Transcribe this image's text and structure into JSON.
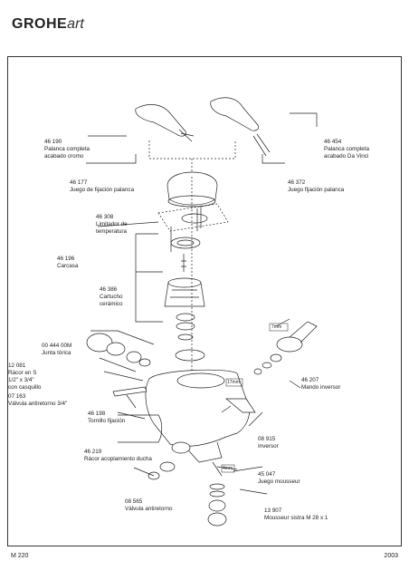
{
  "header": {
    "brand": "GROHE",
    "brand_sub": "art"
  },
  "labels": [
    {
      "id": "p46190",
      "lines": [
        "46 190",
        "Palanca completa",
        "acabado cromo"
      ]
    },
    {
      "id": "p46454",
      "lines": [
        "46 454",
        "Palanca completa",
        "acabado Da Vinci"
      ]
    },
    {
      "id": "p46177",
      "lines": [
        "46 177",
        "Juego de fijación palanca"
      ]
    },
    {
      "id": "p46372",
      "lines": [
        "46 372",
        "Juego fijación palanca"
      ]
    },
    {
      "id": "p46308",
      "lines": [
        "46 308",
        "Limitador de",
        "temperatura"
      ]
    },
    {
      "id": "p46196",
      "lines": [
        "46 196",
        "Carcasa"
      ]
    },
    {
      "id": "p46386",
      "lines": [
        "46 386",
        "Cartucho",
        "cerámico"
      ]
    },
    {
      "id": "p00444",
      "lines": [
        "00 444 00M",
        "Junta tórica"
      ]
    },
    {
      "id": "p12081",
      "lines": [
        "12 081",
        "Rácor en S",
        "1/2\" x 3/4\"",
        "con casquillo"
      ]
    },
    {
      "id": "p07163",
      "lines": [
        "07 163",
        "Válvula antiretorno 3/4\""
      ]
    },
    {
      "id": "p46198",
      "lines": [
        "46 198",
        "Tornillo fijación"
      ]
    },
    {
      "id": "p46207",
      "lines": [
        "46 207",
        "Mando inversor"
      ]
    },
    {
      "id": "p08915",
      "lines": [
        "08 915",
        "Inversor"
      ]
    },
    {
      "id": "p46219",
      "lines": [
        "46 219",
        "Rácor acoplamiento ducha"
      ]
    },
    {
      "id": "p45047",
      "lines": [
        "45 047",
        "Juego mousseur"
      ]
    },
    {
      "id": "p08565",
      "lines": [
        "08 565",
        "Válvula antiretorno"
      ]
    },
    {
      "id": "p13907",
      "lines": [
        "13 907",
        "Mousseur sistra M 28 x 1"
      ]
    }
  ],
  "tool_labels": {
    "t1": "7mm",
    "t2": "17mm",
    "t3": "4mm"
  },
  "footer": {
    "left": "M 220",
    "right": "2003"
  }
}
